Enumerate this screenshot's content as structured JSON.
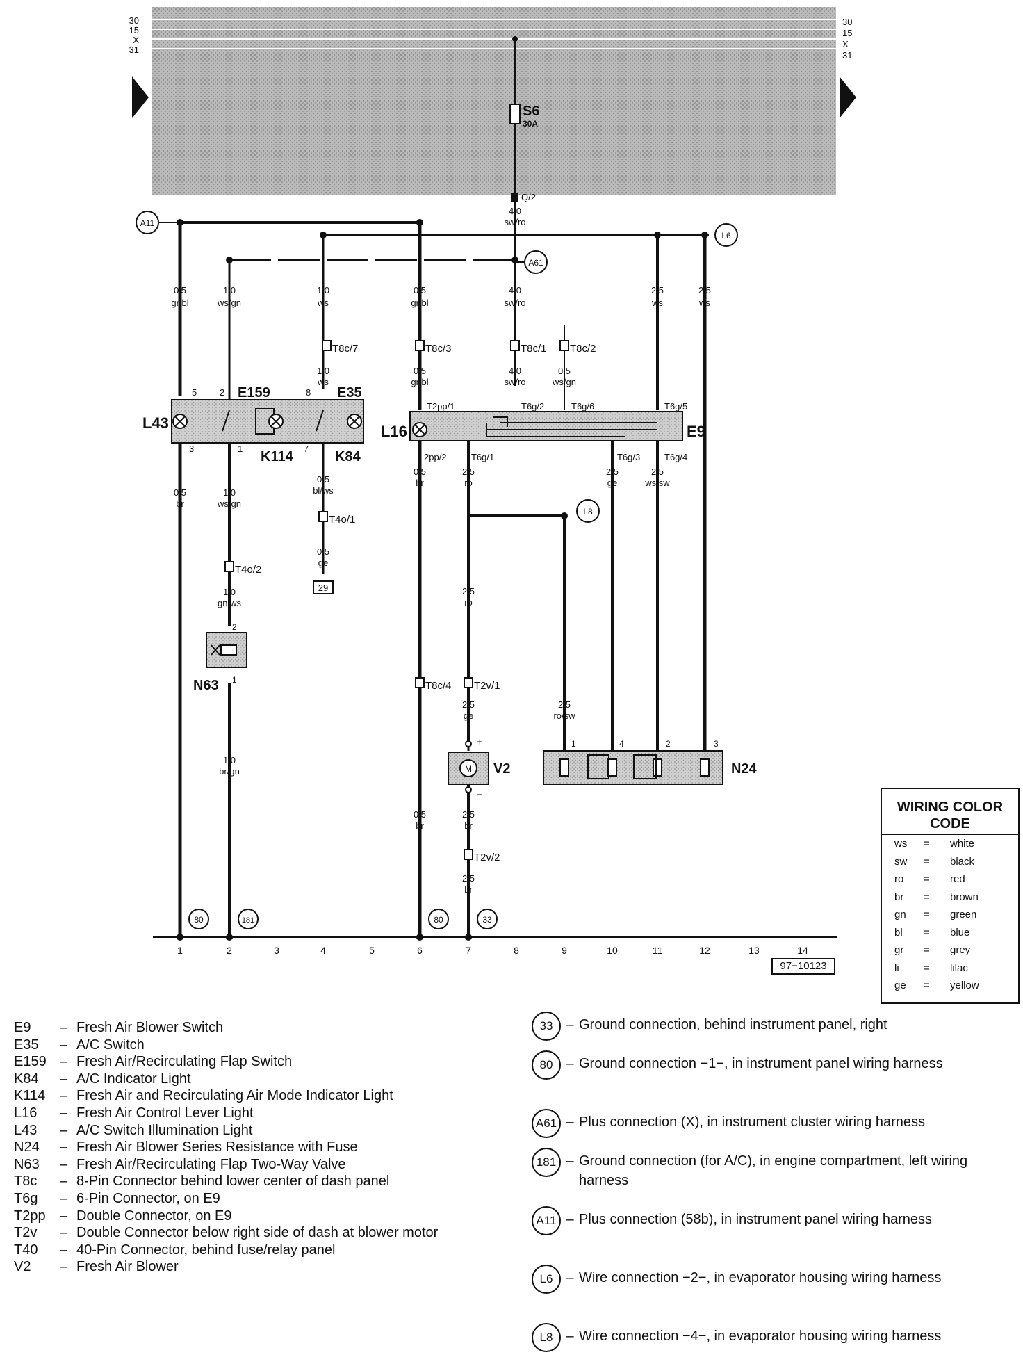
{
  "bus_labels_left": [
    "30",
    "15",
    "X",
    "31"
  ],
  "bus_labels_right": [
    "30",
    "15",
    "X",
    "31"
  ],
  "fuse": {
    "name": "S6",
    "rating": "30A"
  },
  "q_terminal": "Q/2",
  "main_feed": {
    "size": "4,0",
    "color": "sw/ro"
  },
  "wire_labels": [
    {
      "size": "0,5",
      "color": "gr/bl"
    },
    {
      "size": "1,0",
      "color": "ws/gn"
    },
    {
      "size": "1,0",
      "color": "ws"
    },
    {
      "size": "0,5",
      "color": "gr/bl"
    },
    {
      "size": "4,0",
      "color": "sw/ro"
    },
    {
      "size": "2,5",
      "color": "ws"
    },
    {
      "size": "2,5",
      "color": "ws"
    },
    {
      "size": "1,0",
      "color": "ws"
    },
    {
      "size": "0,5",
      "color": "gr/bl"
    },
    {
      "size": "4,0",
      "color": "sw/ro"
    },
    {
      "size": "0,5",
      "color": "ws/gn"
    },
    {
      "size": "0,5",
      "color": "br"
    },
    {
      "size": "1,0",
      "color": "ws/gn"
    },
    {
      "size": "0,5",
      "color": "bl/ws"
    },
    {
      "size": "0,5",
      "color": "ge"
    },
    {
      "size": "1,0",
      "color": "gn/ws"
    },
    {
      "size": "1,0",
      "color": "br/gn"
    },
    {
      "size": "0,5",
      "color": "br"
    },
    {
      "size": "2,5",
      "color": "ro"
    },
    {
      "size": "2,5",
      "color": "ge"
    },
    {
      "size": "2,5",
      "color": "ws/sw"
    },
    {
      "size": "2,5",
      "color": "ro"
    },
    {
      "size": "2,5",
      "color": "ge"
    },
    {
      "size": "2,5",
      "color": "br"
    },
    {
      "size": "2,5",
      "color": "br"
    },
    {
      "size": "2,5",
      "color": "ro/sw"
    },
    {
      "size": "0,5",
      "color": "br"
    }
  ],
  "connectors": [
    "T8c/7",
    "T8c/3",
    "T8c/1",
    "T8c/2",
    "T4o/1",
    "T4o/2",
    "T8c/4",
    "T2v/1",
    "T2v/2",
    "T2pp/1",
    "T6g/2",
    "T6g/6",
    "T6g/5",
    "2pp/2",
    "T6g/1",
    "T6g/3",
    "T6g/4"
  ],
  "components": {
    "L43": "L43",
    "E159": "E159",
    "E35": "E35",
    "K114": "K114",
    "K84": "K84",
    "L16": "L16",
    "E9": "E9",
    "N63": "N63",
    "V2": "V2",
    "N24": "N24"
  },
  "pin_numbers": {
    "l43_top_5": "5",
    "l43_top_2": "2",
    "l43_top_8": "8",
    "l43_bot_3": "3",
    "l43_bot_1": "1",
    "l43_bot_7": "7",
    "n63_top": "2",
    "n63_bot": "1",
    "n24_1": "1",
    "n24_4": "4",
    "n24_2": "2",
    "n24_3": "3",
    "v2_plus": "+",
    "v2_minus": "−",
    "m": "M"
  },
  "terminal_29": "29",
  "circle_refs": {
    "A11": "A11",
    "L6": "L6",
    "A61": "A61",
    "L8": "L8",
    "g80a": "80",
    "g181": "181",
    "g80b": "80",
    "g33": "33"
  },
  "axis_numbers": [
    "1",
    "2",
    "3",
    "4",
    "5",
    "6",
    "7",
    "8",
    "9",
    "10",
    "11",
    "12",
    "13",
    "14"
  ],
  "figure_ref": "97−10123",
  "color_code": {
    "title": "WIRING COLOR CODE",
    "entries": [
      {
        "abbr": "ws",
        "eq": "=",
        "name": "white"
      },
      {
        "abbr": "sw",
        "eq": "=",
        "name": "black"
      },
      {
        "abbr": "ro",
        "eq": "=",
        "name": "red"
      },
      {
        "abbr": "br",
        "eq": "=",
        "name": "brown"
      },
      {
        "abbr": "gn",
        "eq": "=",
        "name": "green"
      },
      {
        "abbr": "bl",
        "eq": "=",
        "name": "blue"
      },
      {
        "abbr": "gr",
        "eq": "=",
        "name": "grey"
      },
      {
        "abbr": "li",
        "eq": "=",
        "name": "lilac"
      },
      {
        "abbr": "ge",
        "eq": "=",
        "name": "yellow"
      }
    ]
  },
  "component_legend": [
    {
      "code": "E9",
      "desc": "Fresh Air Blower Switch"
    },
    {
      "code": "E35",
      "desc": "A/C Switch"
    },
    {
      "code": "E159",
      "desc": "Fresh Air/Recirculating Flap Switch"
    },
    {
      "code": "K84",
      "desc": "A/C Indicator Light"
    },
    {
      "code": "K114",
      "desc": "Fresh Air and Recirculating Air Mode Indicator Light"
    },
    {
      "code": "L16",
      "desc": "Fresh Air Control Lever Light"
    },
    {
      "code": "L43",
      "desc": "A/C Switch Illumination Light"
    },
    {
      "code": "N24",
      "desc": "Fresh Air Blower Series Resistance with Fuse"
    },
    {
      "code": "N63",
      "desc": "Fresh Air/Recirculating Flap Two-Way Valve"
    },
    {
      "code": "T8c",
      "desc": "8-Pin Connector behind lower center of dash panel"
    },
    {
      "code": "T6g",
      "desc": "6-Pin Connector, on E9"
    },
    {
      "code": "T2pp",
      "desc": "Double Connector, on E9"
    },
    {
      "code": "T2v",
      "desc": "Double Connector below right side of dash at blower motor"
    },
    {
      "code": "T40",
      "desc": "40-Pin Connector, behind fuse/relay panel"
    },
    {
      "code": "V2",
      "desc": "Fresh Air Blower"
    }
  ],
  "ground_legend": [
    {
      "id": "33",
      "desc": "Ground connection, behind instrument panel, right"
    },
    {
      "id": "80",
      "desc": "Ground connection −1−, in instrument panel wiring harness"
    },
    {
      "id": "A61",
      "desc": "Plus connection (X), in instrument cluster wiring harness"
    },
    {
      "id": "181",
      "desc": "Ground connection (for A/C), in engine compartment, left wiring harness"
    },
    {
      "id": "A11",
      "desc": "Plus connection (58b), in instrument panel wiring harness"
    },
    {
      "id": "L6",
      "desc": "Wire connection −2−, in evaporator housing wiring harness"
    },
    {
      "id": "L8",
      "desc": "Wire connection −4−, in evaporator housing wiring harness"
    }
  ]
}
